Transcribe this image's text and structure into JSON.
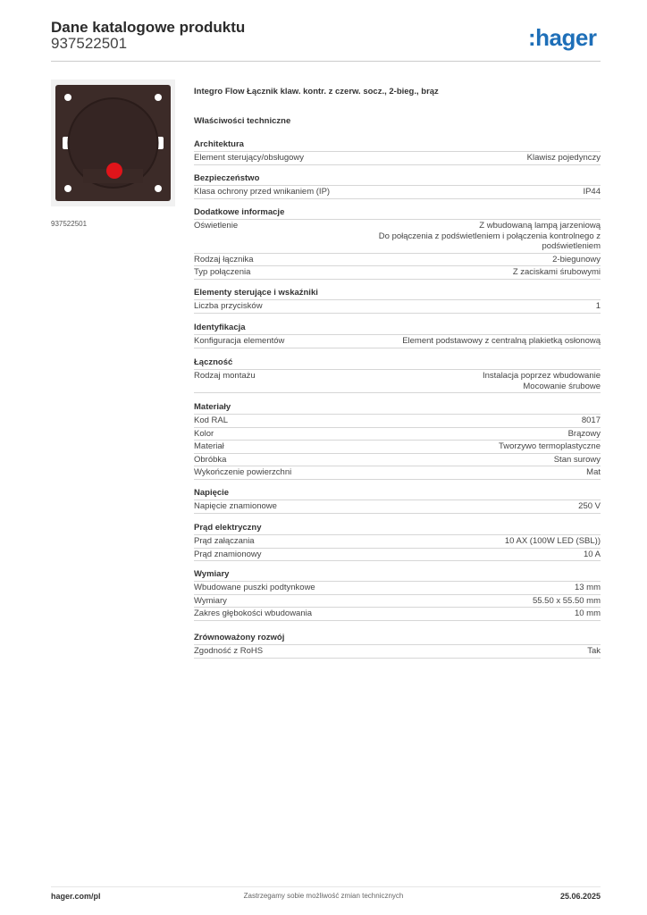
{
  "header": {
    "title": "Dane katalogowe produktu",
    "product_number": "937522501",
    "logo_text": ":hager",
    "brand_color": "#1e6fb8"
  },
  "image": {
    "caption": "937522501",
    "product_color": "#3c2b28",
    "indicator_color": "#e0141a"
  },
  "product_name": "Integro Flow Łącznik klaw. kontr. z czerw. socz., 2-bieg., brąz",
  "tech_heading": "Właściwości techniczne",
  "sections": [
    {
      "title": "Architektura",
      "rows": [
        {
          "label": "Element sterujący/obsługowy",
          "value": [
            "Klawisz pojedynczy"
          ]
        }
      ]
    },
    {
      "title": "Bezpieczeństwo",
      "rows": [
        {
          "label": "Klasa ochrony przed wnikaniem (IP)",
          "value": [
            "IP44"
          ]
        }
      ]
    },
    {
      "title": "Dodatkowe informacje",
      "rows": [
        {
          "label": "Oświetlenie",
          "value": [
            "Z wbudowaną lampą jarzeniową",
            "Do połączenia z podświetleniem i połączenia kontrolnego z",
            "podświetleniem"
          ]
        },
        {
          "label": "Rodzaj łącznika",
          "value": [
            "2-biegunowy"
          ]
        },
        {
          "label": "Typ połączenia",
          "value": [
            "Z zaciskami śrubowymi"
          ]
        }
      ]
    },
    {
      "title": "Elementy sterujące i wskaźniki",
      "rows": [
        {
          "label": "Liczba przycisków",
          "value": [
            "1"
          ]
        }
      ]
    },
    {
      "title": "Identyfikacja",
      "rows": [
        {
          "label": "Konfiguracja elementów",
          "value": [
            "Element podstawowy z centralną plakietką osłonową"
          ]
        }
      ]
    },
    {
      "title": "Łączność",
      "rows": [
        {
          "label": "Rodzaj montażu",
          "value": [
            "Instalacja poprzez wbudowanie",
            "Mocowanie śrubowe"
          ]
        }
      ]
    },
    {
      "title": "Materiały",
      "rows": [
        {
          "label": "Kod RAL",
          "value": [
            "8017"
          ]
        },
        {
          "label": "Kolor",
          "value": [
            "Brązowy"
          ]
        },
        {
          "label": "Materiał",
          "value": [
            "Tworzywo termoplastyczne"
          ]
        },
        {
          "label": "Obróbka",
          "value": [
            "Stan surowy"
          ]
        },
        {
          "label": "Wykończenie powierzchni",
          "value": [
            "Mat"
          ]
        }
      ]
    },
    {
      "title": "Napięcie",
      "rows": [
        {
          "label": "Napięcie znamionowe",
          "value": [
            "250 V"
          ]
        }
      ]
    },
    {
      "title": "Prąd elektryczny",
      "rows": [
        {
          "label": "Prąd załączania",
          "value": [
            "10 AX (100W LED (SBL))"
          ]
        },
        {
          "label": "Prąd znamionowy",
          "value": [
            "10 A"
          ]
        }
      ]
    },
    {
      "title": "Wymiary",
      "rows": [
        {
          "label": "Wbudowane puszki podtynkowe",
          "value": [
            "13 mm"
          ]
        },
        {
          "label": "Wymiary",
          "value": [
            "55.50 x 55.50 mm"
          ]
        },
        {
          "label": "Zakres głębokości wbudowania",
          "value": [
            "10 mm"
          ]
        }
      ]
    },
    {
      "title": "Zrównoważony rozwój",
      "rows": [
        {
          "label": "Zgodność z RoHS",
          "value": [
            "Tak"
          ]
        }
      ]
    }
  ],
  "footer": {
    "website": "hager.com/pl",
    "disclaimer": "Zastrzegamy sobie możliwość zmian technicznych",
    "date": "25.06.2025"
  }
}
